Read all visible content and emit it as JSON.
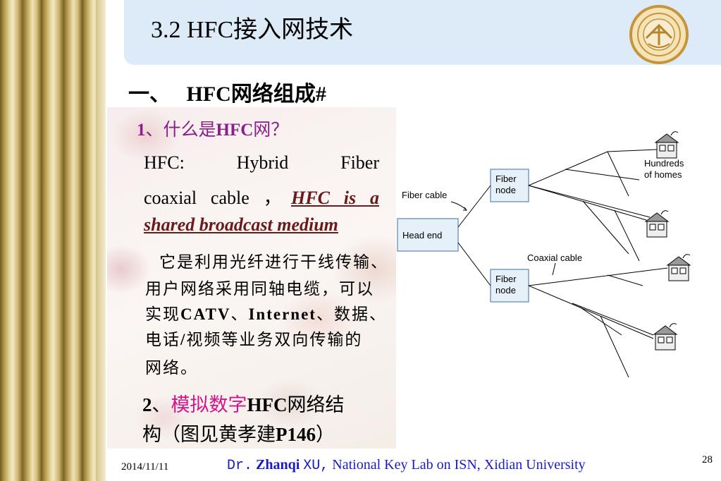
{
  "title": "3.2 HFC接入网技术",
  "heading1": "一、   HFC网络组成#",
  "sub1_prefix": "1",
  "sub1_text": "、什么是",
  "sub1_bold": "HFC",
  "sub1_suffix": "网？",
  "para1": {
    "line1": "HFC: Hybrid Fiber",
    "line2_text": "coaxial cable ，",
    "line2_em": "HFC is a",
    "line3_em": "shared broadcast medium"
  },
  "cn_para": {
    "line1": "它是利用光纤进行干线传输、",
    "line2": "用户网络采用同轴电缆，可以",
    "line3_a": "实现",
    "line3_b": "CATV",
    "line3_c": "、",
    "line3_d": "Internet",
    "line3_e": "、数据、",
    "line4_a": "电话",
    "line4_b": "/",
    "line4_c": "视频等业务双向传输的",
    "line5": "网络。"
  },
  "sec2": {
    "num": "2",
    "sep": "、",
    "highlight": "模拟数字",
    "bold": "HFC",
    "rest1": "网络结",
    "line2_a": "构（图见黄孝建",
    "line2_b": "P146",
    "line2_c": "）"
  },
  "diagram": {
    "head_end": "Head end",
    "fiber_cable": "Fiber cable",
    "fiber_node_1": "Fiber",
    "fiber_node_2": "node",
    "coaxial_cable": "Coaxial cable",
    "hundreds_1": "Hundreds",
    "hundreds_2": "of homes"
  },
  "footer": {
    "date": "2014/11/11",
    "dr": "Dr.",
    "name1": "Zhanqi",
    "name2": "XU,",
    "affil": "National Key Lab on ISN, Xidian University",
    "page": "28"
  },
  "colors": {
    "title_bar": "#dcebf7",
    "sub_heading": "#8a1f8a",
    "highlight": "#d4148c",
    "footer_text": "#1a1acc"
  }
}
